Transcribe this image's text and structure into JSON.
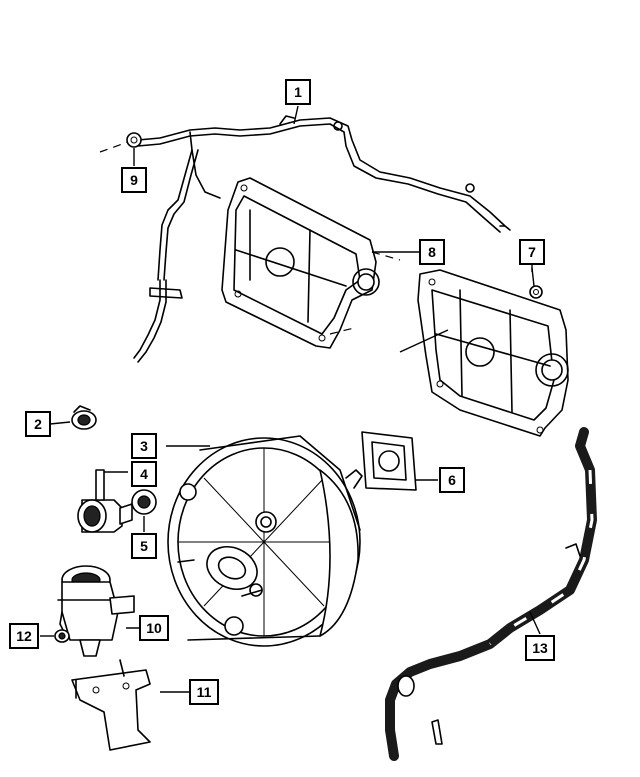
{
  "callouts": [
    {
      "id": "1",
      "label": "1"
    },
    {
      "id": "2",
      "label": "2"
    },
    {
      "id": "3",
      "label": "3"
    },
    {
      "id": "4",
      "label": "4"
    },
    {
      "id": "5",
      "label": "5"
    },
    {
      "id": "6",
      "label": "6"
    },
    {
      "id": "7",
      "label": "7"
    },
    {
      "id": "8",
      "label": "8"
    },
    {
      "id": "9",
      "label": "9"
    },
    {
      "id": "10",
      "label": "10"
    },
    {
      "id": "11",
      "label": "11"
    },
    {
      "id": "12",
      "label": "12"
    },
    {
      "id": "13",
      "label": "13"
    }
  ],
  "colors": {
    "ink": "#000000",
    "paper": "#ffffff",
    "hose": "#1a1a1a"
  }
}
